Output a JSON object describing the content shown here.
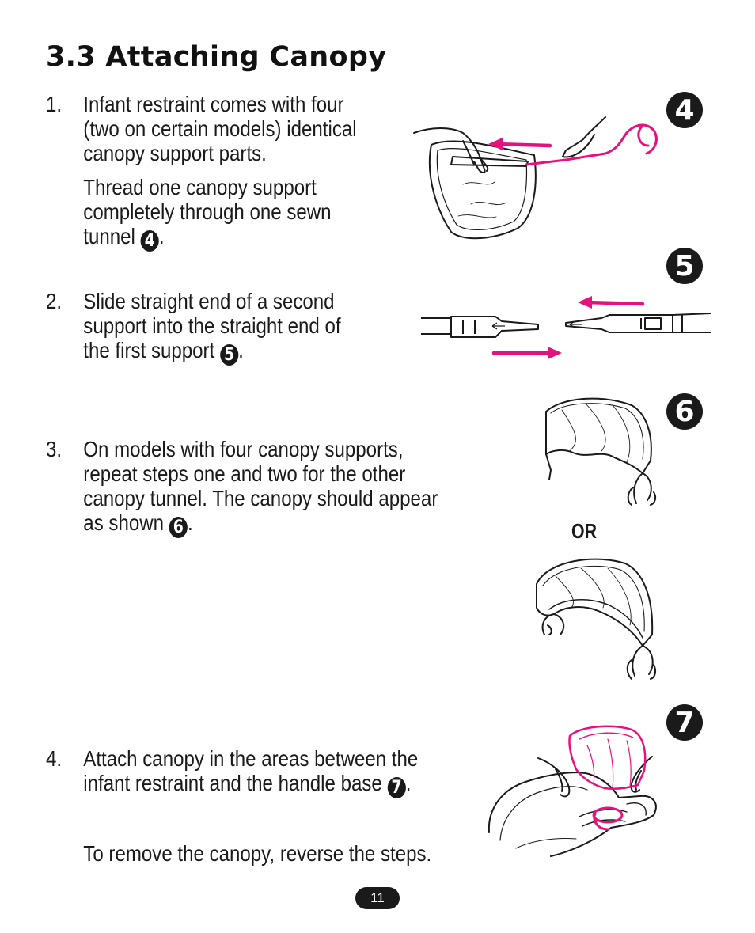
{
  "title": "3.3 Attaching Canopy",
  "steps": [
    {
      "number": "1.",
      "lines": [
        "Infant restraint comes with four",
        "(two on certain models) identical",
        "canopy support parts."
      ],
      "sub_lines": [
        "Thread one canopy support",
        "completely through one sewn",
        "tunnel"
      ],
      "ref": "4",
      "suffix": "."
    },
    {
      "number": "2.",
      "lines": [
        "Slide straight end of a second",
        "support into the straight end of",
        "the first support"
      ],
      "ref": "5",
      "suffix": "."
    },
    {
      "number": "3.",
      "lines": [
        "On models with four canopy supports,",
        "repeat steps one and two for the other",
        "canopy tunnel. The canopy should appear",
        "as shown"
      ],
      "ref": "6",
      "suffix": "."
    },
    {
      "number": "4.",
      "lines": [
        "Attach canopy in the areas between the",
        "infant restraint and the handle base"
      ],
      "ref": "7",
      "suffix": ".",
      "note": "To remove the canopy, reverse the steps."
    }
  ],
  "figures": {
    "fig4_label": "4",
    "fig5_label": "5",
    "fig6_label": "6",
    "fig7_label": "7",
    "or_label": "OR"
  },
  "page_number": "11",
  "colors": {
    "accent": "#e5127d",
    "ink": "#1a1a1a"
  }
}
